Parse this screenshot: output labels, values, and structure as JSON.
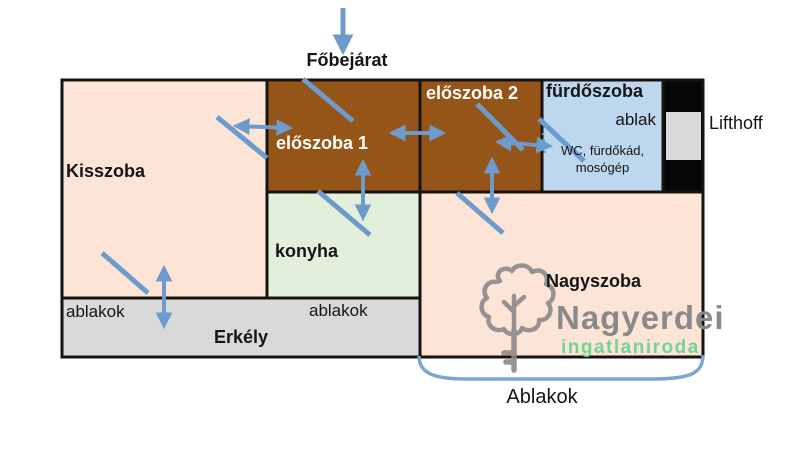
{
  "floorplan": {
    "entrance": "Főbejárat",
    "rooms": {
      "kisszoba": "Kisszoba",
      "eloszoba1": "előszoba 1",
      "eloszoba2": "előszoba 2",
      "furdoszoba": "fürdőszoba",
      "furdoszoba_window": "ablak",
      "furdoszoba_contents": "WC, fürdőkád,",
      "furdoszoba_contents2": "mosógép",
      "konyha": "konyha",
      "nagyszoba": "Nagyszoba",
      "erkely": "Erkély"
    },
    "annotations": {
      "lift": "Lifthoff",
      "windows_left": "ablakok",
      "windows_right": "ablakok",
      "windows_bottom": "Ablakok"
    }
  },
  "logo": {
    "brand": "Nagyerdei",
    "subtitle": "ingatlaniroda",
    "icon": "oak-tree-key-icon"
  },
  "colors": {
    "peach": "#fce4d6",
    "brown": "#955418",
    "green": "#e2efda",
    "blue": "#bdd7ee",
    "gray": "#d9d9d9",
    "black_block": "#060606",
    "lift_window": "#d9d9d9",
    "wall": "#171310",
    "arrow": "#6e9bcb",
    "curve": "#7ba6d2",
    "logo_gray": "#8a8a8a",
    "logo_green": "#74d492"
  }
}
